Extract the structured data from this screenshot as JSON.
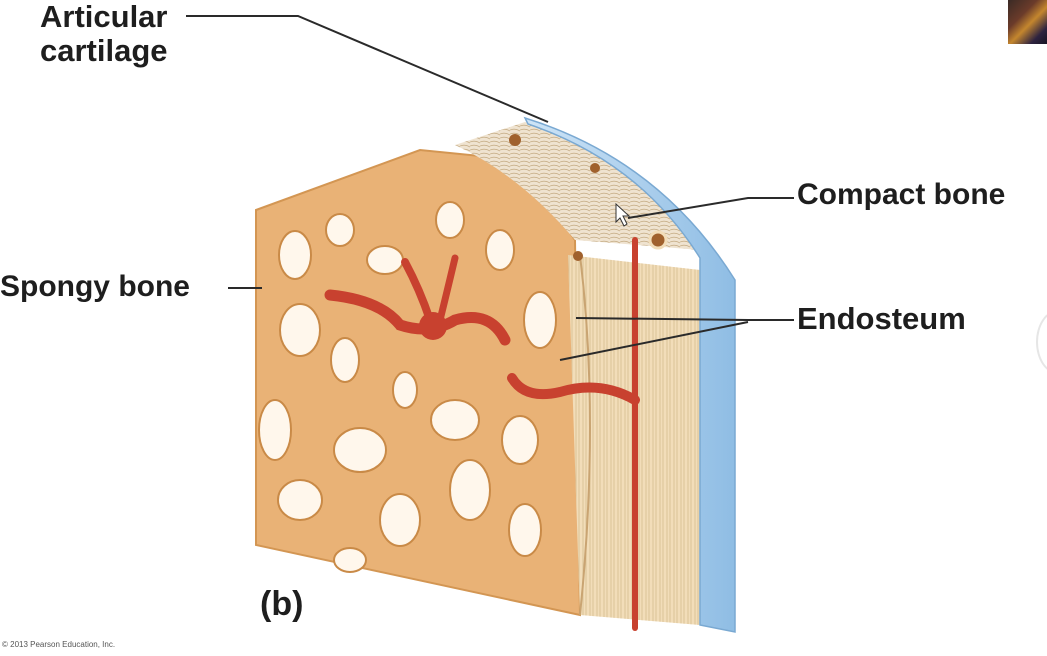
{
  "labels": {
    "articular": "Articular\ncartilage",
    "compact": "Compact bone",
    "spongy": "Spongy bone",
    "endosteum": "Endosteum",
    "panel": "(b)",
    "copyright": "© 2013 Pearson Education, Inc."
  },
  "colors": {
    "cartilage": "#a9cfee",
    "compact": "#ead8b6",
    "spongy": "#e9b276",
    "vessel": "#c8412f"
  }
}
